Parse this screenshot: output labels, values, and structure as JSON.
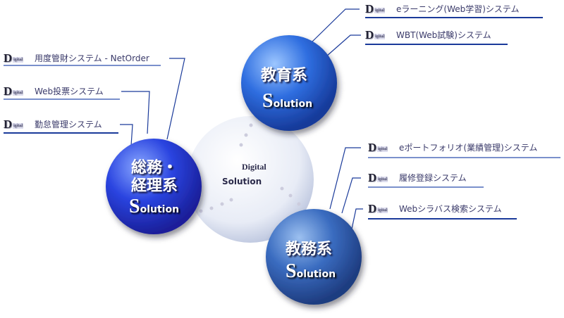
{
  "center": {
    "logo_top": "Digital",
    "logo_bottom": "Solution"
  },
  "hubs": [
    {
      "title": "教育系",
      "solution_initial": "S",
      "solution_rest": "olution"
    },
    {
      "title_line1": "総務・",
      "title_line2": "経理系",
      "solution_initial": "S",
      "solution_rest": "olution"
    },
    {
      "title": "教務系",
      "solution_initial": "S",
      "solution_rest": "olution"
    }
  ],
  "labels": {
    "general": [
      "用度管財システム - NetOrder",
      "Web投票システム",
      "勤怠管理システム"
    ],
    "education": [
      "eラーニング(Web学習)システム",
      "WBT(Web試験)システム"
    ],
    "academic": [
      "eポートフォリオ(業績管理)システム",
      "履修登録システム",
      "Webシラバス検索システム"
    ]
  },
  "logo_icon": {
    "big": "D",
    "small": "igital"
  },
  "colors": {
    "line": "#1a3a9a",
    "underline_light": "#7a90cc",
    "hub_blue": "#2a5ad8"
  }
}
